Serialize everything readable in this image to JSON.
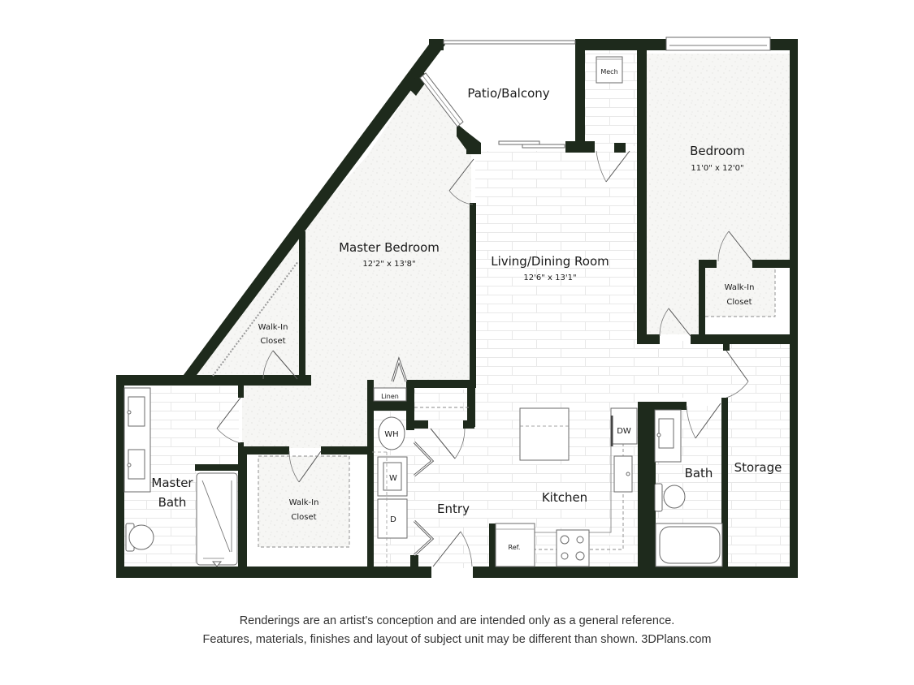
{
  "floor_plan": {
    "rooms": [
      {
        "id": "patio",
        "name": "Patio/Balcony",
        "dimensions": ""
      },
      {
        "id": "mech",
        "name": "Mech",
        "dimensions": ""
      },
      {
        "id": "bedroom",
        "name": "Bedroom",
        "dimensions": "11'0\" x 12'0\""
      },
      {
        "id": "master_bedroom",
        "name": "Master Bedroom",
        "dimensions": "12'2\" x 13'8\""
      },
      {
        "id": "living_dining",
        "name": "Living/Dining Room",
        "dimensions": "12'6\" x 13'1\""
      },
      {
        "id": "walkin_closet_bedroom",
        "name": "Walk-In Closet",
        "line1": "Walk-In",
        "line2": "Closet"
      },
      {
        "id": "walkin_closet_master_upper",
        "name": "Walk-In Closet",
        "line1": "Walk-In",
        "line2": "Closet"
      },
      {
        "id": "walkin_closet_master_lower",
        "name": "Walk-In Closet",
        "line1": "Walk-In",
        "line2": "Closet"
      },
      {
        "id": "master_bath",
        "name": "Master Bath",
        "line1": "Master",
        "line2": "Bath"
      },
      {
        "id": "linen",
        "name": "Linen"
      },
      {
        "id": "entry",
        "name": "Entry"
      },
      {
        "id": "kitchen",
        "name": "Kitchen"
      },
      {
        "id": "bath",
        "name": "Bath"
      },
      {
        "id": "storage",
        "name": "Storage"
      }
    ],
    "appliances": {
      "water_heater": "WH",
      "washer": "W",
      "dryer": "D",
      "dishwasher": "DW",
      "refrigerator": "Ref."
    },
    "colors": {
      "wall": "#1e2a1c",
      "carpet": "#f4f4f2",
      "tile_lines": "#e6e6e6",
      "background": "#ffffff"
    }
  },
  "disclaimer": {
    "line1": "Renderings are an artist's conception and are intended only as a general reference.",
    "line2": "Features, materials, finishes and layout of subject unit may be different than shown. 3DPlans.com"
  }
}
